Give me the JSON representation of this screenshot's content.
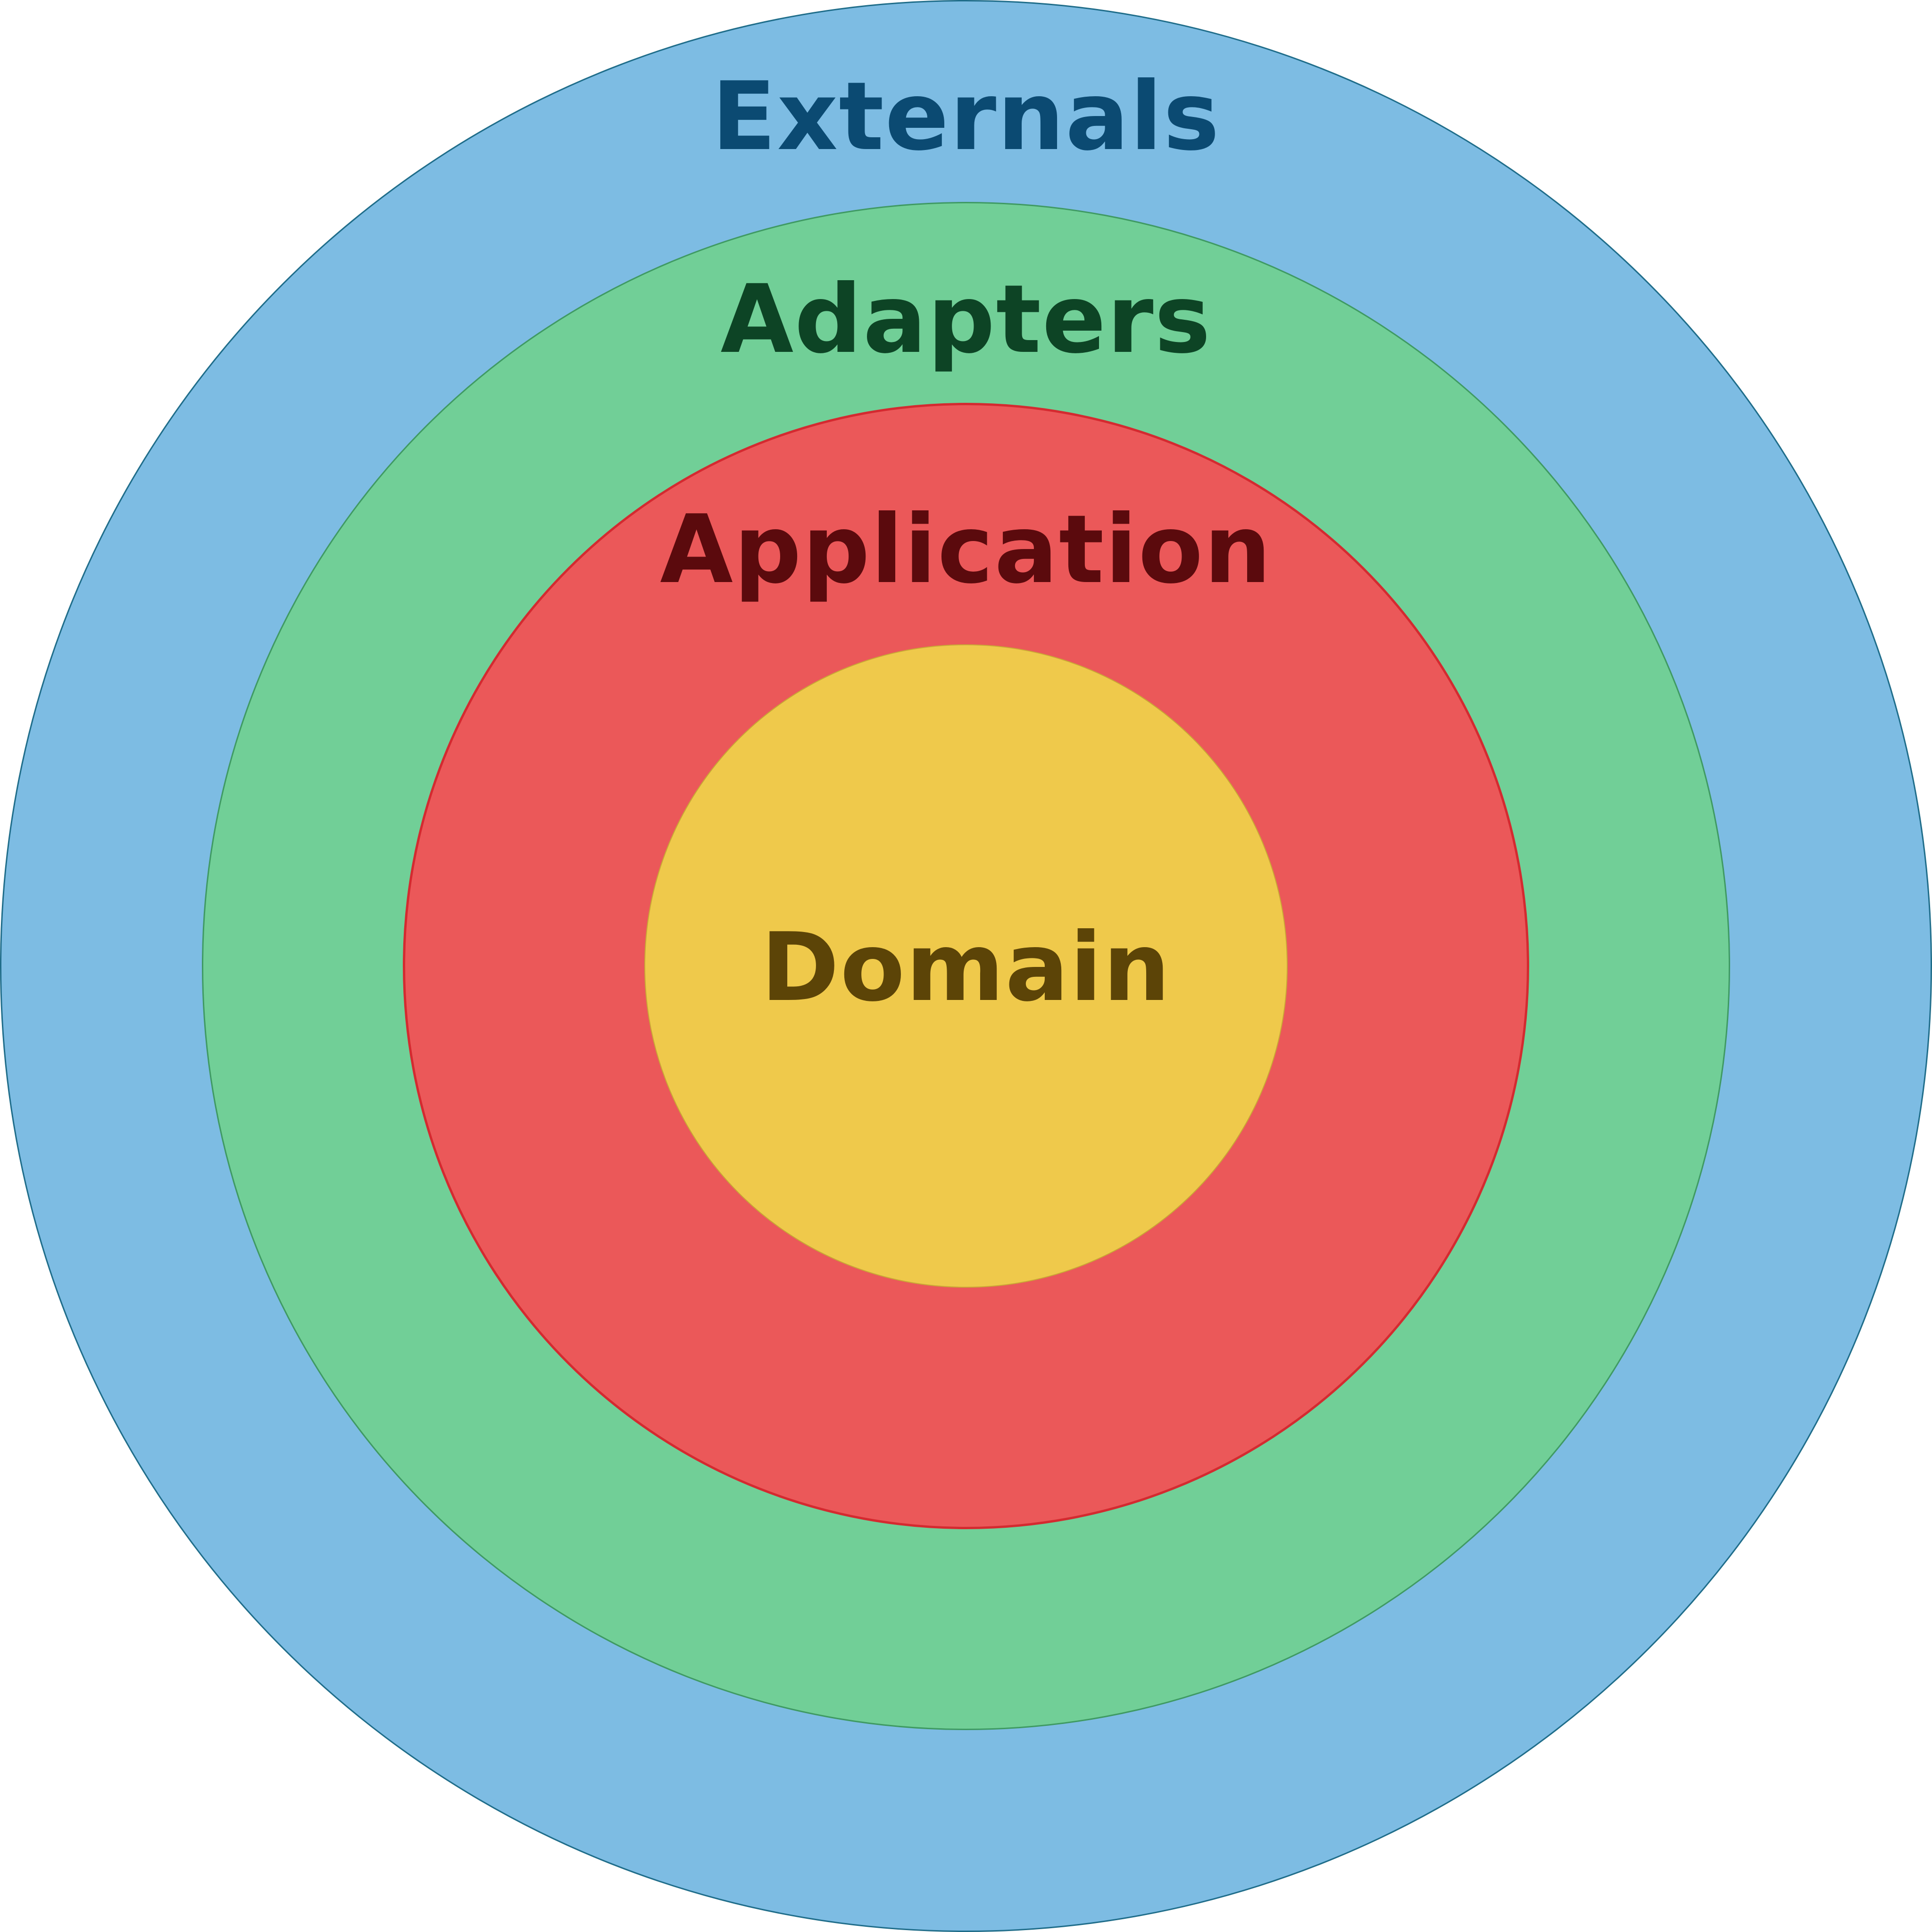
{
  "diagram": {
    "layers": [
      {
        "id": "externals",
        "label": "Externals",
        "fill": "#7dbce3",
        "text_color": "#0b4a72"
      },
      {
        "id": "adapters",
        "label": "Adapters",
        "fill": "#71cf97",
        "text_color": "#0d4425"
      },
      {
        "id": "application",
        "label": "Application",
        "fill": "#eb5859",
        "text_color": "#5b0a0d"
      },
      {
        "id": "domain",
        "label": "Domain",
        "fill": "#efc94b",
        "text_color": "#5c4407"
      }
    ]
  }
}
